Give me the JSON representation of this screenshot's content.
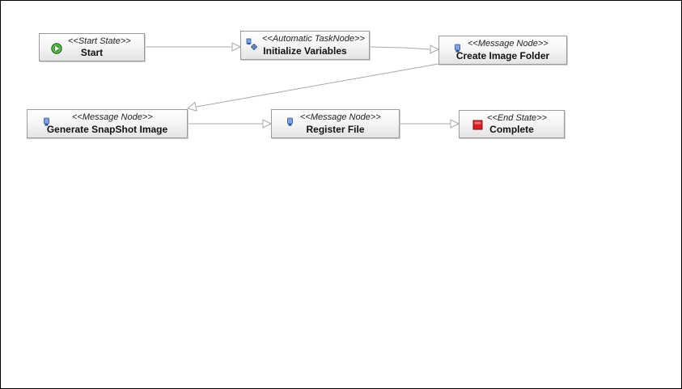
{
  "nodes": {
    "start": {
      "stereotype": "<<Start State>>",
      "name": "Start",
      "icon": "start-state-icon"
    },
    "init": {
      "stereotype": "<<Automatic TaskNode>>",
      "name": "Initialize Variables",
      "icon": "automatic-task-icon"
    },
    "folder": {
      "stereotype": "<<Message Node>>",
      "name": "Create Image Folder",
      "icon": "message-node-icon"
    },
    "snap": {
      "stereotype": "<<Message Node>>",
      "name": "Generate SnapShot Image",
      "icon": "message-node-icon"
    },
    "register": {
      "stereotype": "<<Message Node>>",
      "name": "Register File",
      "icon": "message-node-icon"
    },
    "complete": {
      "stereotype": "<<End State>>",
      "name": "Complete",
      "icon": "end-state-icon"
    }
  },
  "transitions": [
    {
      "from": "start",
      "to": "init"
    },
    {
      "from": "init",
      "to": "folder"
    },
    {
      "from": "folder",
      "to": "snap"
    },
    {
      "from": "snap",
      "to": "register"
    },
    {
      "from": "register",
      "to": "complete"
    }
  ],
  "colors": {
    "edge": "#a8a8a8",
    "node_border": "#9a9a9a",
    "start_icon": "#3a9a2a",
    "end_icon": "#d42020",
    "message_icon": "#3a62c0"
  }
}
